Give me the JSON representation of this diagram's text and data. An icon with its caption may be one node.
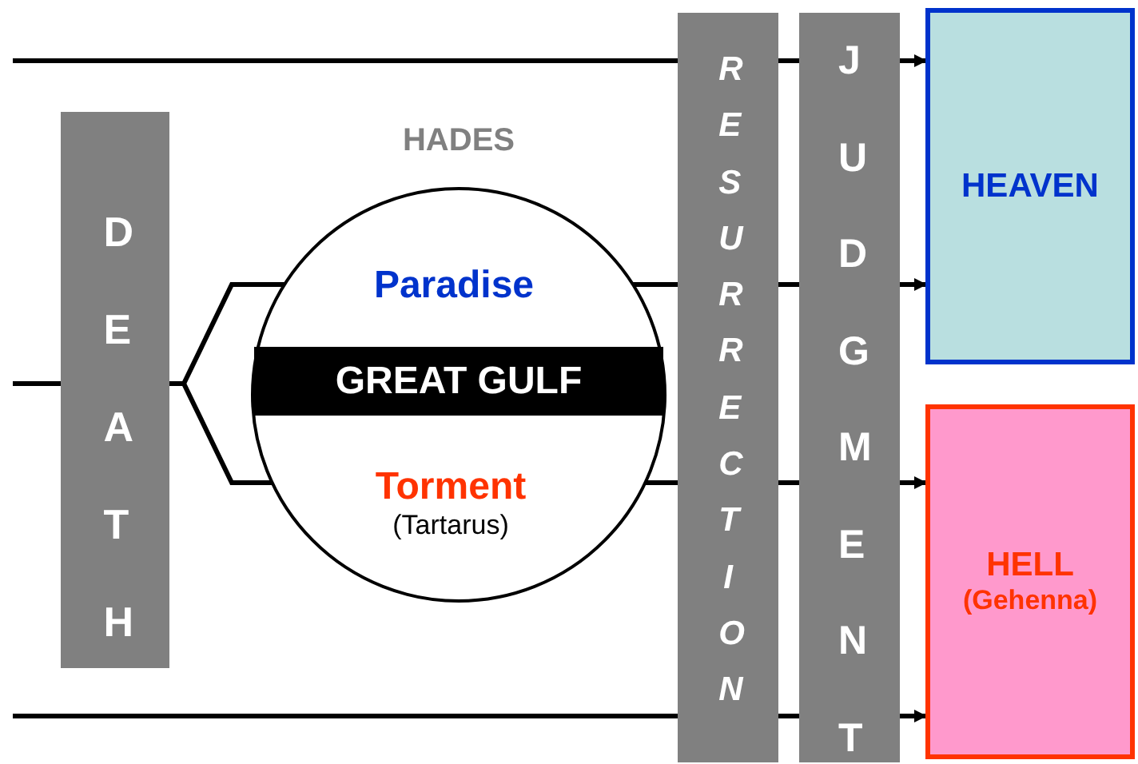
{
  "diagram": {
    "nodes": [
      {
        "text": [
          "DEATH"
        ]
      },
      {
        "text": [
          "HADES"
        ]
      },
      {
        "text": [
          "Paradise"
        ],
        "in": 1
      },
      {
        "text": [
          "GREAT GULF"
        ],
        "in": 1
      },
      {
        "text": [
          "Torment",
          "(Tartarus)"
        ],
        "in": 1
      },
      {
        "text": [
          "RESURRECTION"
        ]
      },
      {
        "text": [
          "JUDGMENT"
        ]
      },
      {
        "text": [
          "HEAVEN"
        ]
      },
      {
        "text": [
          "HELL",
          "(Gehenna)"
        ]
      }
    ],
    "edges": [
      {
        "from": null,
        "to": 5,
        "arrow": "none"
      },
      {
        "from": 5,
        "to": 6,
        "arrow": "none"
      },
      {
        "from": 6,
        "to": 7,
        "arrow": "to"
      },
      {
        "from": null,
        "to": 0,
        "arrow": "none"
      },
      {
        "from": 0,
        "to": 2,
        "arrow": "to"
      },
      {
        "from": 0,
        "to": 4,
        "arrow": "to"
      },
      {
        "from": 2,
        "to": 5,
        "arrow": "none"
      },
      {
        "from": 5,
        "to": 6,
        "arrow": "none"
      },
      {
        "from": 6,
        "to": 7,
        "arrow": "to"
      },
      {
        "from": 4,
        "to": 5,
        "arrow": "none"
      },
      {
        "from": 5,
        "to": 6,
        "arrow": "none"
      },
      {
        "from": 6,
        "to": 8,
        "arrow": "to"
      },
      {
        "from": null,
        "to": 5,
        "arrow": "none"
      },
      {
        "from": 5,
        "to": 6,
        "arrow": "none"
      },
      {
        "from": 6,
        "to": 8,
        "arrow": "to"
      }
    ]
  }
}
